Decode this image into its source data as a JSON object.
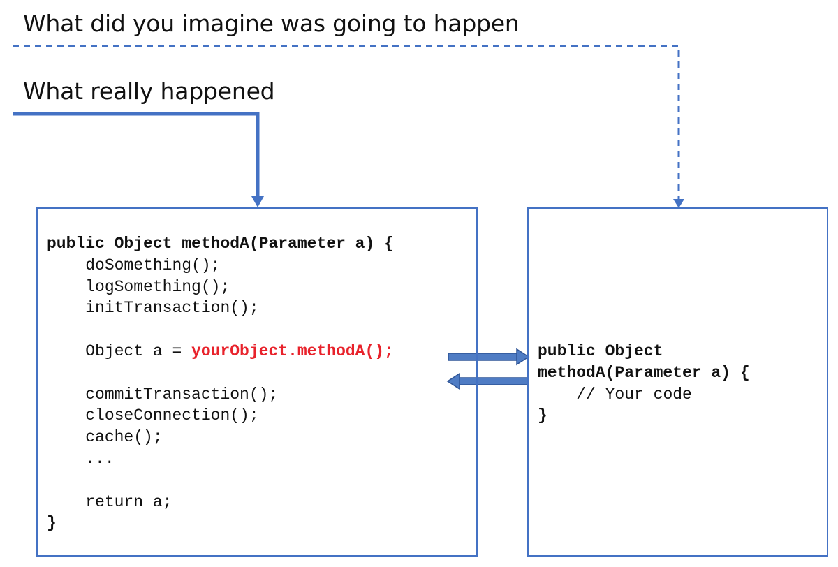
{
  "headings": {
    "imagined": "What did you imagine was going to happen",
    "real": "What really happened"
  },
  "wrapper_method": {
    "signature": "public Object methodA(Parameter a) {",
    "lines_before": [
      "doSomething();",
      "logSomething();",
      "initTransaction();"
    ],
    "call_prefix": "Object a = ",
    "call_target": "yourObject.methodA();",
    "lines_after": [
      "commitTransaction();",
      "closeConnection();",
      "cache();",
      "..."
    ],
    "return_line": "return a;",
    "close_brace": "}"
  },
  "your_method": {
    "signature_line1": "public Object",
    "signature_line2": "methodA(Parameter a) {",
    "body_comment": "// Your code",
    "close_brace": "}"
  },
  "colors": {
    "line_blue": "#4472C4",
    "arrow_blue": "#4F7CC4",
    "highlight_red": "#E8222B"
  }
}
